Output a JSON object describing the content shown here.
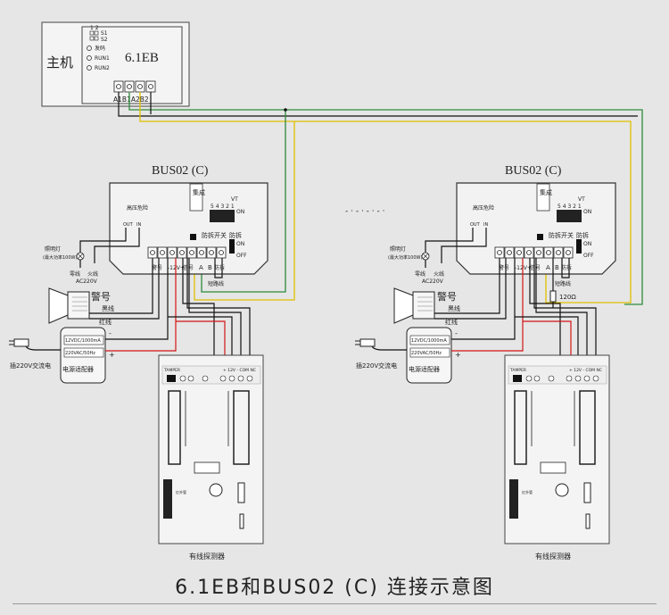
{
  "host": {
    "title": "主机",
    "model": "6.1EB",
    "dip_numbers": "1 2",
    "switches": [
      "S1",
      "S2"
    ],
    "leds": [
      "发码",
      "RUN1",
      "RUN2"
    ],
    "terminals_label": "A1B1A2B2"
  },
  "bus": {
    "title": "BUS02 (C)",
    "board_label_hv": "高压危险",
    "jicheng": "集成",
    "vt": "VT",
    "dip_numbers": "5 4 3 2 1",
    "on": "ON",
    "off": "OFF",
    "out": "OUT",
    "in": "IN",
    "tamper_switch": "防拆开关",
    "tamper": "防拆",
    "short_label": "短路线",
    "terminal_labels": [
      "警号",
      "-12V+",
      "信号",
      "A",
      "B",
      "防拆"
    ]
  },
  "lamp": {
    "name": "照明灯",
    "spec": "(最大功率100W)"
  },
  "power": {
    "zero_wire": "零线",
    "live_wire": "火线",
    "ac": "AC220V"
  },
  "siren": {
    "name": "警号",
    "black_wire": "黑线",
    "red_wire": "红线"
  },
  "adapter": {
    "spec1": "12VDC/1000mA",
    "spec2": "220VAC/50Hz",
    "name": "电源适配器",
    "plug": "插220V交流电",
    "minus": "-",
    "plus": "+"
  },
  "detector": {
    "name": "有线探测器",
    "tamper": "TAMPER",
    "terminals": "+ 12V - COM  NC",
    "sensor": "红外管"
  },
  "resistor": "120Ω",
  "dashes": "- · - · - · - ·",
  "caption": "6.1EB和BUS02 (C) 连接示意图"
}
